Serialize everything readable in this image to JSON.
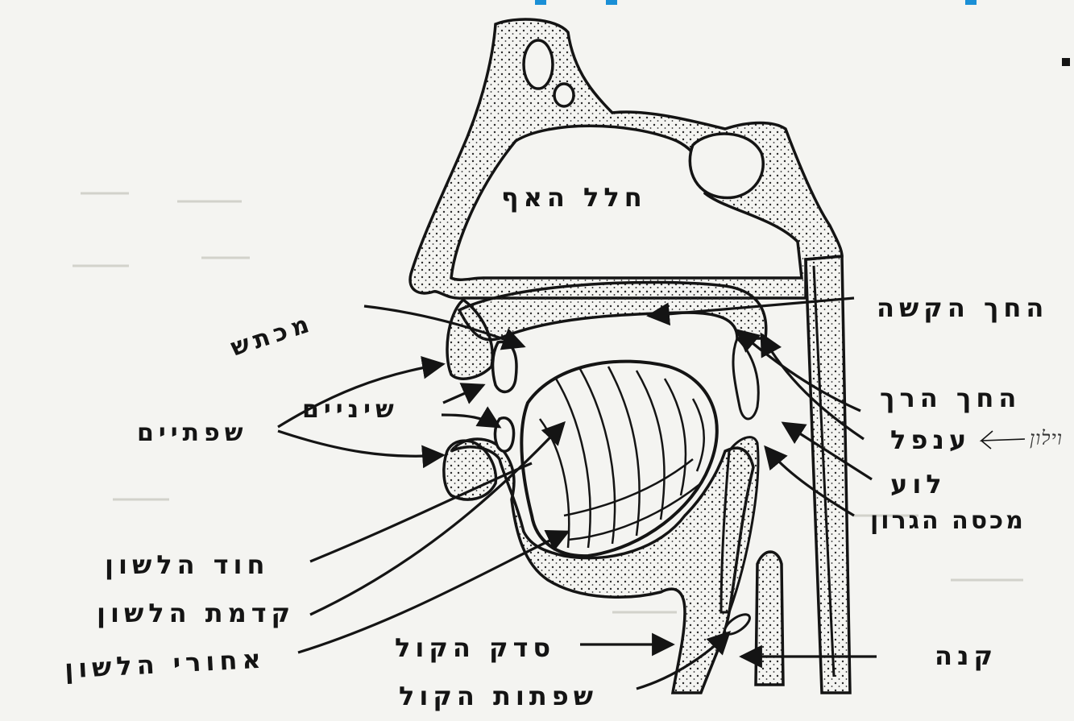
{
  "labels": {
    "nasal_cavity": "חלל האף",
    "hard_palate": "החך הקשה",
    "soft_palate": "החך הרך",
    "uvula": "ענפל",
    "pharynx": "לוע",
    "epiglottis": "מכסה הגרון",
    "alveolar_ridge": "מכתש",
    "teeth": "שיניים",
    "lips": "שפתיים",
    "tongue_tip": "חוד הלשון",
    "tongue_front": "קדמת הלשון",
    "tongue_back": "אחורי הלשון",
    "glottis": "סדק הקול",
    "vocal_folds": "שפתות הקול",
    "trachea": "קנה",
    "handwritten_note": "וילון"
  },
  "colors": {
    "ink": "#141414",
    "paper": "#f4f4f1",
    "stipple": "#2a2a2a",
    "accent": "#1a8fd6"
  }
}
